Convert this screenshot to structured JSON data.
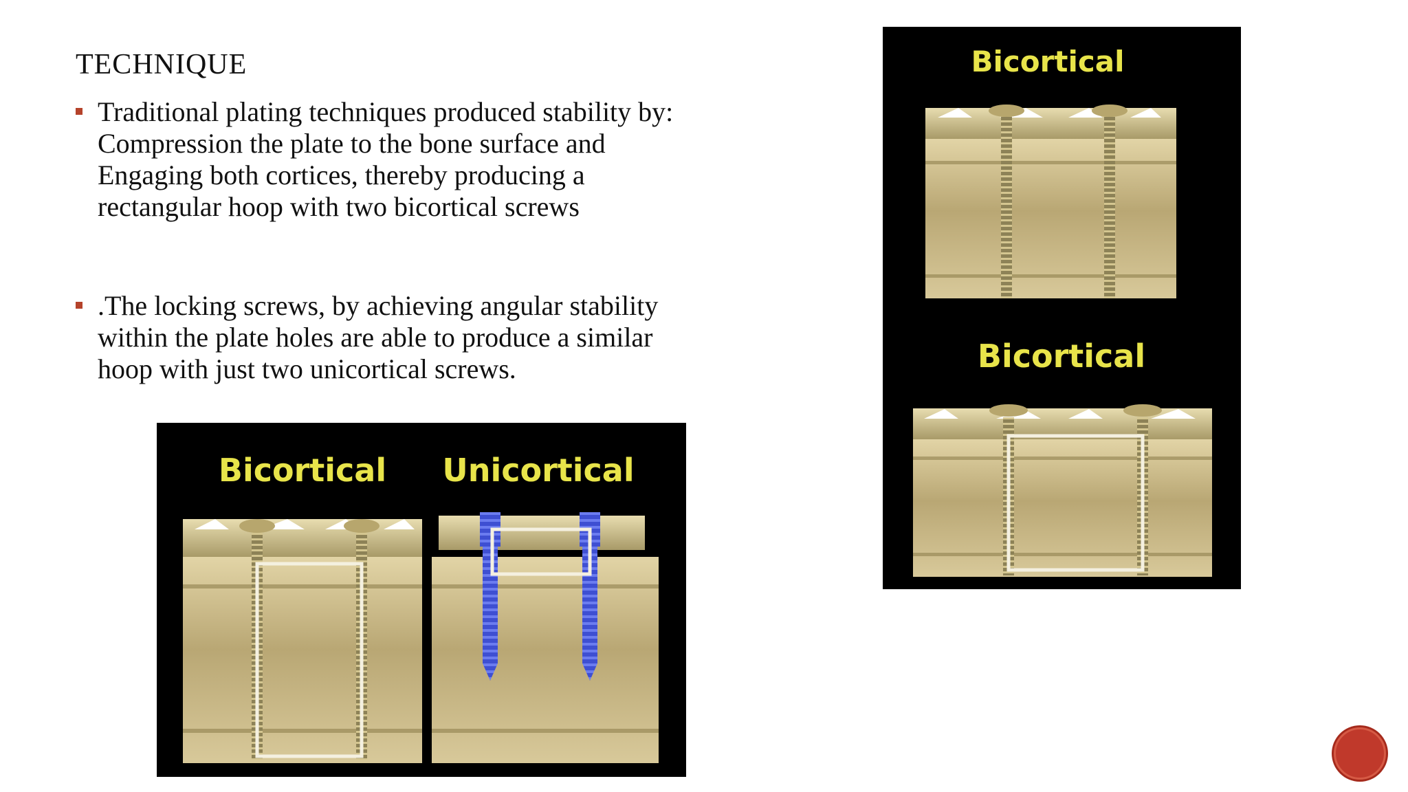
{
  "slide": {
    "title": "TECHNIQUE",
    "bullets": [
      {
        "lines": [
          "Traditional plating techniques produced stability by:",
          "Compression the plate to the bone surface and",
          "Engaging both cortices, thereby producing a",
          "rectangular hoop with two bicortical screws"
        ]
      },
      {
        "lines": [
          ".The locking screws, by achieving angular stability",
          "within the plate holes are able to produce a similar",
          "hoop with just two unicortical screws."
        ]
      }
    ]
  },
  "figures": {
    "left": {
      "label_bicortical": "Bicortical",
      "label_unicortical": "Unicortical"
    },
    "right": {
      "label_top": "Bicortical",
      "label_bottom": "Bicortical"
    }
  },
  "colors": {
    "bullet_marker": "#b5432b",
    "label_yellow": "#e8e44a",
    "bone": "#c9b98a",
    "locking_screw": "#4a5be0",
    "nav_button": "#c0392b"
  }
}
